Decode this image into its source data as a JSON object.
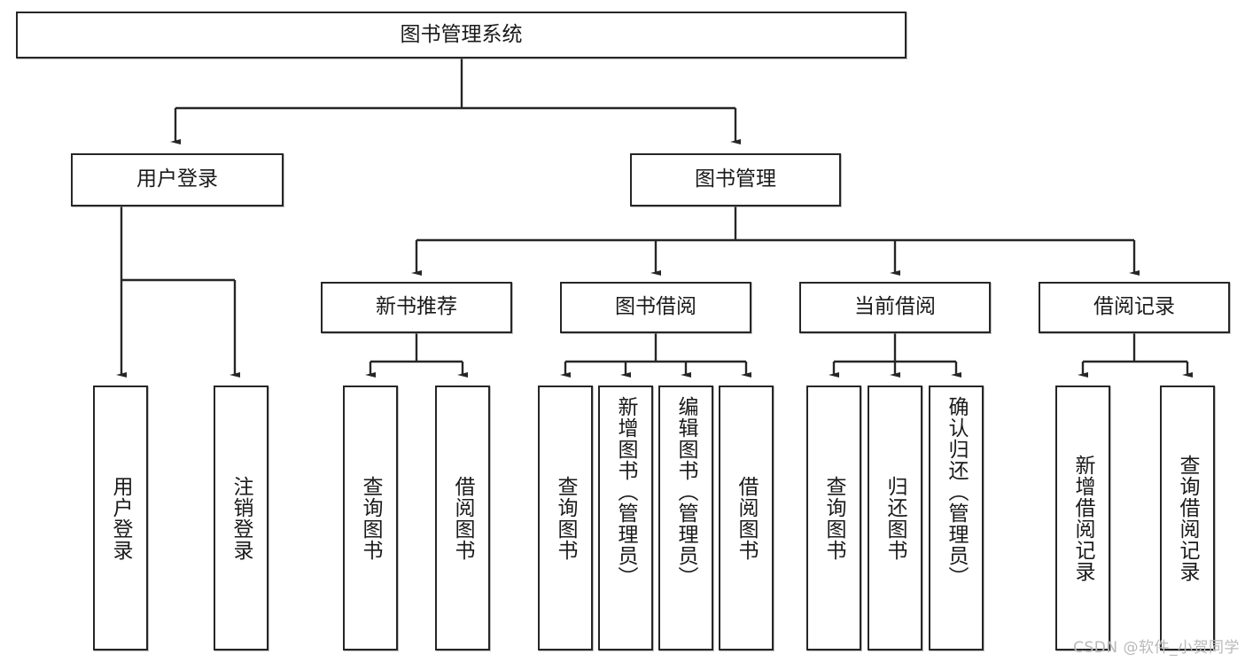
{
  "diagram": {
    "type": "tree-hierarchy",
    "title": "图书管理系统",
    "watermark": "CSDN @软件_小贺同学",
    "colors": {
      "box_border": "#262626",
      "box_fill": "#ffffff",
      "connector": "#262626",
      "text": "#1a1a1a",
      "watermark": "#b9b9b9"
    },
    "root": {
      "label": "图书管理系统"
    },
    "level2": [
      {
        "id": "user-login",
        "label": "用户登录"
      },
      {
        "id": "book-manage",
        "label": "图书管理"
      }
    ],
    "level3": [
      {
        "id": "new-book-recommend",
        "label": "新书推荐",
        "parent": "book-manage"
      },
      {
        "id": "book-borrow",
        "label": "图书借阅",
        "parent": "book-manage"
      },
      {
        "id": "current-borrow",
        "label": "当前借阅",
        "parent": "book-manage"
      },
      {
        "id": "borrow-record",
        "label": "借阅记录",
        "parent": "book-manage"
      }
    ],
    "leaves": [
      {
        "id": "leaf-user-login",
        "label": "用户登录",
        "parent": "user-login"
      },
      {
        "id": "leaf-user-logout",
        "label": "注销登录",
        "parent": "user-login"
      },
      {
        "id": "leaf-query-book-1",
        "label": "查询图书",
        "parent": "new-book-recommend"
      },
      {
        "id": "leaf-borrow-book-1",
        "label": "借阅图书",
        "parent": "new-book-recommend"
      },
      {
        "id": "leaf-query-book-2",
        "label": "查询图书",
        "parent": "book-borrow"
      },
      {
        "id": "leaf-add-book",
        "label": "新增图书（管理员）",
        "parent": "book-borrow"
      },
      {
        "id": "leaf-edit-book",
        "label": "编辑图书（管理员）",
        "parent": "book-borrow"
      },
      {
        "id": "leaf-borrow-book-2",
        "label": "借阅图书",
        "parent": "book-borrow"
      },
      {
        "id": "leaf-query-book-3",
        "label": "查询图书",
        "parent": "current-borrow"
      },
      {
        "id": "leaf-return-book",
        "label": "归还图书",
        "parent": "current-borrow"
      },
      {
        "id": "leaf-confirm-return",
        "label": "确认归还（管理员）",
        "parent": "current-borrow"
      },
      {
        "id": "leaf-add-record",
        "label": "新增借阅记录",
        "parent": "borrow-record"
      },
      {
        "id": "leaf-query-record",
        "label": "查询借阅记录",
        "parent": "borrow-record"
      }
    ]
  }
}
